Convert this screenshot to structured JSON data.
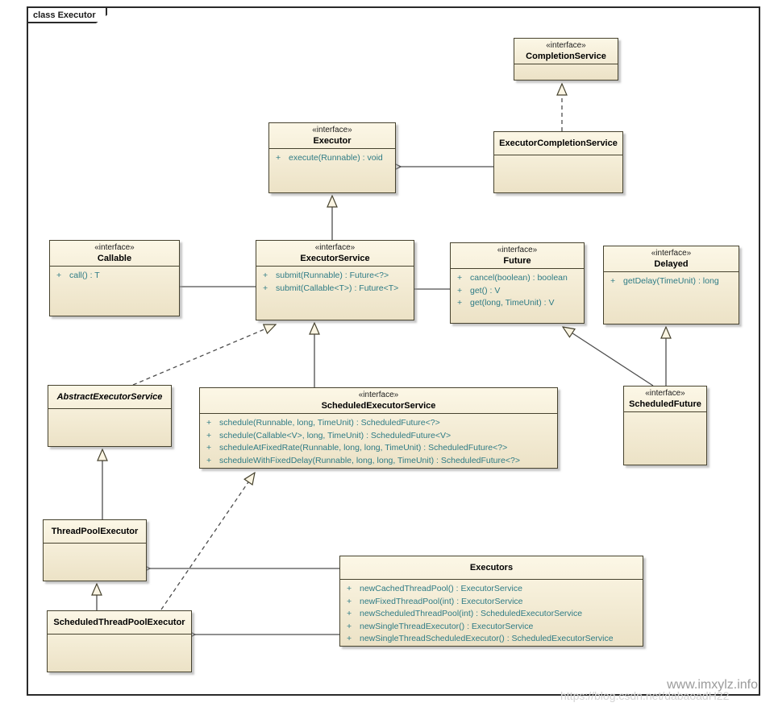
{
  "frame": {
    "label": "class Executor"
  },
  "colors": {
    "box_fill_top": "#fcf7e6",
    "box_fill_bottom": "#ece2c6",
    "box_border": "#46422e",
    "method_text": "#2e7b85",
    "connector_line": "#4d4d4d",
    "arrowhead_fill": "#fbf5e3",
    "watermark_primary": "#9b9b9b",
    "watermark_secondary": "#d3d3d3"
  },
  "classes": {
    "completion_service": {
      "stereotype": "«interface»",
      "name": "CompletionService",
      "methods": []
    },
    "executor": {
      "stereotype": "«interface»",
      "name": "Executor",
      "methods": [
        {
          "visibility": "+",
          "signature": "execute(Runnable) : void"
        }
      ]
    },
    "executor_completion_service": {
      "name": "ExecutorCompletionService",
      "methods": []
    },
    "callable": {
      "stereotype": "«interface»",
      "name": "Callable",
      "methods": [
        {
          "visibility": "+",
          "signature": "call() : T"
        }
      ]
    },
    "executor_service": {
      "stereotype": "«interface»",
      "name": "ExecutorService",
      "methods": [
        {
          "visibility": "+",
          "signature": "submit(Runnable) : Future<?>"
        },
        {
          "visibility": "+",
          "signature": "submit(Callable<T>) : Future<T>"
        }
      ]
    },
    "future": {
      "stereotype": "«interface»",
      "name": "Future",
      "methods": [
        {
          "visibility": "+",
          "signature": "cancel(boolean) : boolean"
        },
        {
          "visibility": "+",
          "signature": "get() : V"
        },
        {
          "visibility": "+",
          "signature": "get(long, TimeUnit) : V"
        }
      ]
    },
    "delayed": {
      "stereotype": "«interface»",
      "name": "Delayed",
      "methods": [
        {
          "visibility": "+",
          "signature": "getDelay(TimeUnit) : long"
        }
      ]
    },
    "abstract_executor_service": {
      "name": "AbstractExecutorService",
      "methods": []
    },
    "scheduled_executor_service": {
      "stereotype": "«interface»",
      "name": "ScheduledExecutorService",
      "methods": [
        {
          "visibility": "+",
          "signature": "schedule(Runnable, long, TimeUnit) : ScheduledFuture<?>"
        },
        {
          "visibility": "+",
          "signature": "schedule(Callable<V>, long, TimeUnit) : ScheduledFuture<V>"
        },
        {
          "visibility": "+",
          "signature": "scheduleAtFixedRate(Runnable, long, long, TimeUnit) : ScheduledFuture<?>"
        },
        {
          "visibility": "+",
          "signature": "scheduleWithFixedDelay(Runnable, long, long, TimeUnit) : ScheduledFuture<?>"
        }
      ]
    },
    "scheduled_future": {
      "stereotype": "«interface»",
      "name": "ScheduledFuture",
      "methods": []
    },
    "thread_pool_executor": {
      "name": "ThreadPoolExecutor",
      "methods": []
    },
    "scheduled_thread_pool_executor": {
      "name": "ScheduledThreadPoolExecutor",
      "methods": []
    },
    "executors": {
      "name": "Executors",
      "methods": [
        {
          "visibility": "+",
          "signature": "newCachedThreadPool() : ExecutorService"
        },
        {
          "visibility": "+",
          "signature": "newFixedThreadPool(int) : ExecutorService"
        },
        {
          "visibility": "+",
          "signature": "newScheduledThreadPool(int) : ScheduledExecutorService"
        },
        {
          "visibility": "+",
          "signature": "newSingleThreadExecutor() : ExecutorService"
        },
        {
          "visibility": "+",
          "signature": "newSingleThreadScheduledExecutor() : ScheduledExecutorService"
        }
      ]
    }
  },
  "relationships": [
    {
      "from": "ExecutorCompletionService",
      "to": "CompletionService",
      "type": "realization"
    },
    {
      "from": "ExecutorCompletionService",
      "to": "Executor",
      "type": "association"
    },
    {
      "from": "ExecutorService",
      "to": "Executor",
      "type": "generalization"
    },
    {
      "from": "Callable",
      "to": "ExecutorService",
      "type": "association"
    },
    {
      "from": "ExecutorService",
      "to": "Future",
      "type": "association"
    },
    {
      "from": "ScheduledFuture",
      "to": "Future",
      "type": "generalization"
    },
    {
      "from": "ScheduledFuture",
      "to": "Delayed",
      "type": "generalization"
    },
    {
      "from": "AbstractExecutorService",
      "to": "ExecutorService",
      "type": "realization"
    },
    {
      "from": "ScheduledExecutorService",
      "to": "ExecutorService",
      "type": "generalization"
    },
    {
      "from": "ThreadPoolExecutor",
      "to": "AbstractExecutorService",
      "type": "generalization"
    },
    {
      "from": "ScheduledThreadPoolExecutor",
      "to": "ThreadPoolExecutor",
      "type": "generalization"
    },
    {
      "from": "ScheduledThreadPoolExecutor",
      "to": "ScheduledExecutorService",
      "type": "realization"
    },
    {
      "from": "Executors",
      "to": "ThreadPoolExecutor",
      "type": "association"
    },
    {
      "from": "Executors",
      "to": "ScheduledThreadPoolExecutor",
      "type": "association"
    }
  ],
  "watermark": {
    "line1": "www.imxylz.info",
    "line2": "https://blog.csdn.net/dabaoadH22"
  }
}
